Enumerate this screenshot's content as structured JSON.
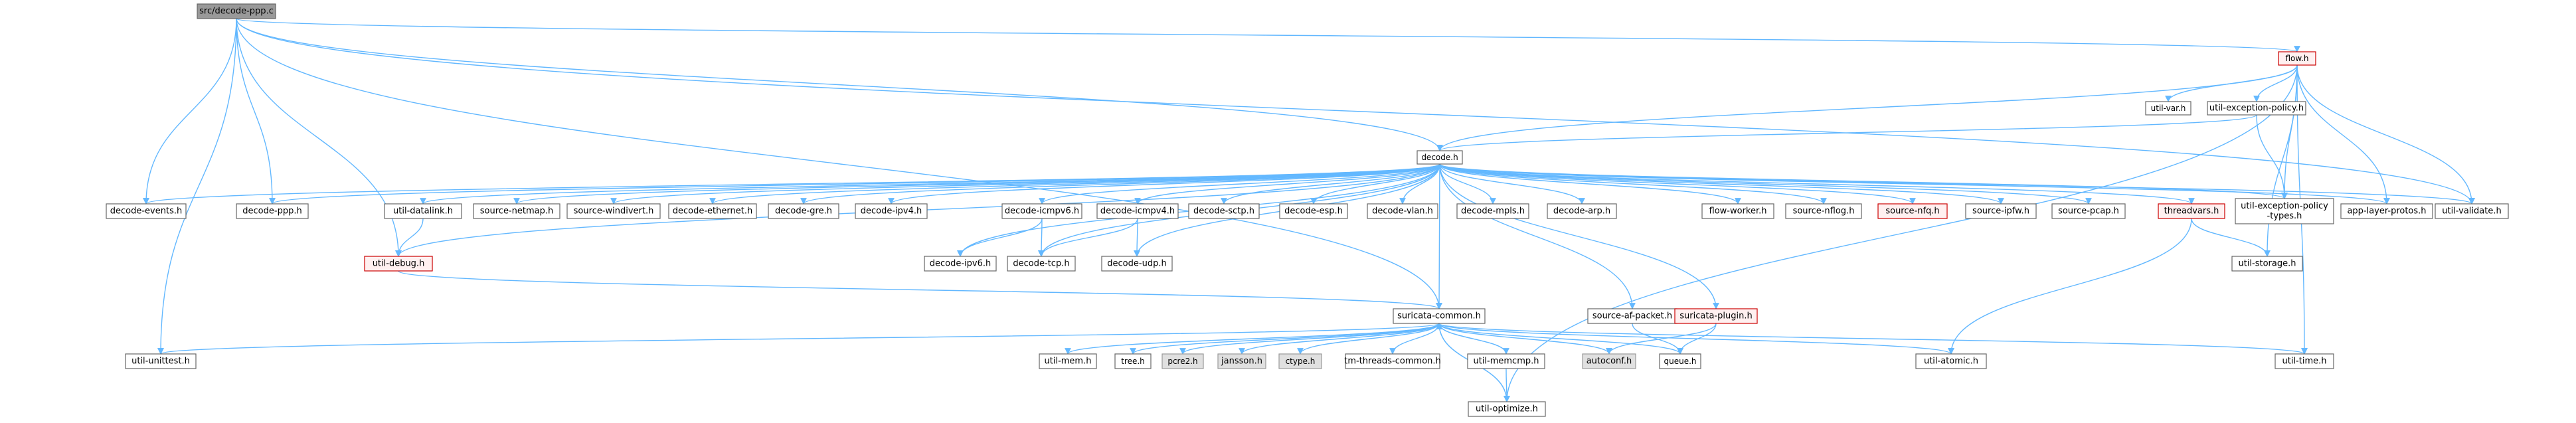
{
  "graph_title": "",
  "colors": {
    "edge": "#63b8ff",
    "default_fill": "#ffffff",
    "default_stroke": "#666666",
    "root_fill": "#999999",
    "root_stroke": "#666666",
    "warn_fill": "#fff0f0",
    "warn_stroke": "#cc0000",
    "external_fill": "#e0e0e0",
    "external_stroke": "#999999"
  },
  "nodes": [
    {
      "id": "root",
      "label": "src/decode-ppp.c",
      "style": "root"
    },
    {
      "id": "flow",
      "label": "flow.h",
      "style": "warn"
    },
    {
      "id": "util_var",
      "label": "util-var.h",
      "style": "default"
    },
    {
      "id": "util_exc_pol",
      "label": "util-exception-policy.h",
      "style": "default"
    },
    {
      "id": "decode",
      "label": "decode.h",
      "style": "default"
    },
    {
      "id": "decode_events",
      "label": "decode-events.h",
      "style": "default"
    },
    {
      "id": "decode_ppp",
      "label": "decode-ppp.h",
      "style": "default"
    },
    {
      "id": "util_datalink",
      "label": "util-datalink.h",
      "style": "default"
    },
    {
      "id": "source_netmap",
      "label": "source-netmap.h",
      "style": "default"
    },
    {
      "id": "source_windivert",
      "label": "source-windivert.h",
      "style": "default"
    },
    {
      "id": "decode_ethernet",
      "label": "decode-ethernet.h",
      "style": "default"
    },
    {
      "id": "decode_gre",
      "label": "decode-gre.h",
      "style": "default"
    },
    {
      "id": "decode_ipv4",
      "label": "decode-ipv4.h",
      "style": "default"
    },
    {
      "id": "decode_icmpv6",
      "label": "decode-icmpv6.h",
      "style": "default"
    },
    {
      "id": "decode_icmpv4",
      "label": "decode-icmpv4.h",
      "style": "default"
    },
    {
      "id": "decode_sctp",
      "label": "decode-sctp.h",
      "style": "default"
    },
    {
      "id": "decode_esp",
      "label": "decode-esp.h",
      "style": "default"
    },
    {
      "id": "decode_vlan",
      "label": "decode-vlan.h",
      "style": "default"
    },
    {
      "id": "decode_mpls",
      "label": "decode-mpls.h",
      "style": "default"
    },
    {
      "id": "decode_arp",
      "label": "decode-arp.h",
      "style": "default"
    },
    {
      "id": "flow_worker",
      "label": "flow-worker.h",
      "style": "default"
    },
    {
      "id": "source_nflog",
      "label": "source-nflog.h",
      "style": "default"
    },
    {
      "id": "source_nfq",
      "label": "source-nfq.h",
      "style": "warn"
    },
    {
      "id": "source_ipfw",
      "label": "source-ipfw.h",
      "style": "default"
    },
    {
      "id": "source_pcap",
      "label": "source-pcap.h",
      "style": "default"
    },
    {
      "id": "threadvars",
      "label": "threadvars.h",
      "style": "warn"
    },
    {
      "id": "util_exc_types",
      "label": "util-exception-policy-types.h",
      "lines": [
        "util-exception-policy",
        "-types.h"
      ],
      "style": "default"
    },
    {
      "id": "app_layer_protos",
      "label": "app-layer-protos.h",
      "style": "default"
    },
    {
      "id": "util_validate",
      "label": "util-validate.h",
      "style": "default"
    },
    {
      "id": "util_debug",
      "label": "util-debug.h",
      "style": "warn"
    },
    {
      "id": "decode_ipv6",
      "label": "decode-ipv6.h",
      "style": "default"
    },
    {
      "id": "decode_tcp",
      "label": "decode-tcp.h",
      "style": "default"
    },
    {
      "id": "decode_udp",
      "label": "decode-udp.h",
      "style": "default"
    },
    {
      "id": "util_storage",
      "label": "util-storage.h",
      "style": "default"
    },
    {
      "id": "suricata_common",
      "label": "suricata-common.h",
      "style": "default"
    },
    {
      "id": "source_af_packet",
      "label": "source-af-packet.h",
      "style": "default"
    },
    {
      "id": "suricata_plugin",
      "label": "suricata-plugin.h",
      "style": "warn"
    },
    {
      "id": "util_unittest",
      "label": "util-unittest.h",
      "style": "default"
    },
    {
      "id": "util_mem",
      "label": "util-mem.h",
      "style": "default"
    },
    {
      "id": "tree",
      "label": "tree.h",
      "style": "default"
    },
    {
      "id": "pcre2",
      "label": "pcre2.h",
      "style": "external"
    },
    {
      "id": "jansson",
      "label": "jansson.h",
      "style": "external"
    },
    {
      "id": "ctype",
      "label": "ctype.h",
      "style": "external"
    },
    {
      "id": "tm_threads_common",
      "label": "tm-threads-common.h",
      "style": "default"
    },
    {
      "id": "util_memcmp",
      "label": "util-memcmp.h",
      "style": "default"
    },
    {
      "id": "autoconf",
      "label": "autoconf.h",
      "style": "external"
    },
    {
      "id": "queue",
      "label": "queue.h",
      "style": "default"
    },
    {
      "id": "util_atomic",
      "label": "util-atomic.h",
      "style": "default"
    },
    {
      "id": "util_time",
      "label": "util-time.h",
      "style": "default"
    },
    {
      "id": "util_optimize",
      "label": "util-optimize.h",
      "style": "default"
    }
  ],
  "edges": [
    [
      "root",
      "flow"
    ],
    [
      "root",
      "decode"
    ],
    [
      "root",
      "decode_events"
    ],
    [
      "root",
      "decode_ppp"
    ],
    [
      "root",
      "util_debug"
    ],
    [
      "root",
      "util_unittest"
    ],
    [
      "root",
      "suricata_common"
    ],
    [
      "root",
      "util_validate"
    ],
    [
      "flow",
      "util_var"
    ],
    [
      "flow",
      "util_exc_pol"
    ],
    [
      "flow",
      "decode"
    ],
    [
      "flow",
      "util_exc_types"
    ],
    [
      "flow",
      "app_layer_protos"
    ],
    [
      "flow",
      "util_validate"
    ],
    [
      "flow",
      "util_storage"
    ],
    [
      "flow",
      "util_time"
    ],
    [
      "flow",
      "util_optimize"
    ],
    [
      "util_exc_pol",
      "decode"
    ],
    [
      "util_exc_pol",
      "util_exc_types"
    ],
    [
      "decode",
      "decode_events"
    ],
    [
      "decode",
      "decode_ppp"
    ],
    [
      "decode",
      "util_datalink"
    ],
    [
      "decode",
      "source_netmap"
    ],
    [
      "decode",
      "source_windivert"
    ],
    [
      "decode",
      "decode_ethernet"
    ],
    [
      "decode",
      "decode_gre"
    ],
    [
      "decode",
      "decode_ipv4"
    ],
    [
      "decode",
      "decode_icmpv6"
    ],
    [
      "decode",
      "decode_icmpv4"
    ],
    [
      "decode",
      "decode_sctp"
    ],
    [
      "decode",
      "decode_esp"
    ],
    [
      "decode",
      "decode_vlan"
    ],
    [
      "decode",
      "decode_mpls"
    ],
    [
      "decode",
      "decode_arp"
    ],
    [
      "decode",
      "flow_worker"
    ],
    [
      "decode",
      "source_nflog"
    ],
    [
      "decode",
      "source_nfq"
    ],
    [
      "decode",
      "source_ipfw"
    ],
    [
      "decode",
      "source_pcap"
    ],
    [
      "decode",
      "threadvars"
    ],
    [
      "decode",
      "util_exc_types"
    ],
    [
      "decode",
      "app_layer_protos"
    ],
    [
      "decode",
      "util_validate"
    ],
    [
      "decode",
      "util_debug"
    ],
    [
      "decode",
      "decode_ipv6"
    ],
    [
      "decode",
      "decode_tcp"
    ],
    [
      "decode",
      "decode_udp"
    ],
    [
      "decode",
      "suricata_common"
    ],
    [
      "decode",
      "source_af_packet"
    ],
    [
      "decode",
      "suricata_plugin"
    ],
    [
      "util_datalink",
      "util_debug"
    ],
    [
      "decode_icmpv6",
      "decode_ipv6"
    ],
    [
      "decode_icmpv6",
      "decode_tcp"
    ],
    [
      "decode_icmpv4",
      "decode_tcp"
    ],
    [
      "decode_icmpv4",
      "decode_udp"
    ],
    [
      "threadvars",
      "util_storage"
    ],
    [
      "threadvars",
      "util_atomic"
    ],
    [
      "util_debug",
      "suricata_common"
    ],
    [
      "suricata_common",
      "util_unittest"
    ],
    [
      "suricata_common",
      "util_mem"
    ],
    [
      "suricata_common",
      "tree"
    ],
    [
      "suricata_common",
      "pcre2"
    ],
    [
      "suricata_common",
      "jansson"
    ],
    [
      "suricata_common",
      "ctype"
    ],
    [
      "suricata_common",
      "tm_threads_common"
    ],
    [
      "suricata_common",
      "util_memcmp"
    ],
    [
      "suricata_common",
      "autoconf"
    ],
    [
      "suricata_common",
      "queue"
    ],
    [
      "suricata_common",
      "util_atomic"
    ],
    [
      "suricata_common",
      "util_time"
    ],
    [
      "suricata_common",
      "util_optimize"
    ],
    [
      "util_memcmp",
      "suricata_common"
    ],
    [
      "util_memcmp",
      "util_optimize"
    ],
    [
      "util_optimize",
      "suricata_common"
    ],
    [
      "source_af_packet",
      "queue"
    ],
    [
      "suricata_plugin",
      "queue"
    ],
    [
      "suricata_plugin",
      "autoconf"
    ]
  ]
}
